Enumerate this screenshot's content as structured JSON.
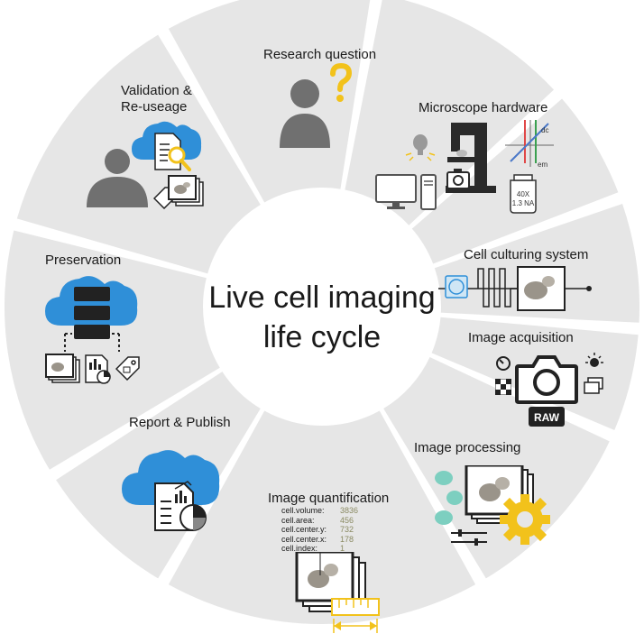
{
  "center": {
    "title_line1": "Live cell imaging",
    "title_line2": "life cycle"
  },
  "segments": {
    "research_question": "Research question",
    "microscope_hardware": "Microscope hardware",
    "cell_culturing": "Cell culturing system",
    "image_acquisition": "Image acquisition",
    "image_processing": "Image processing",
    "image_quantification": "Image quantification",
    "report_publish": "Report & Publish",
    "preservation": "Preservation",
    "validation_line1": "Validation &",
    "validation_line2": "Re-useage"
  },
  "quantification_table": [
    {
      "key": "cell.volume:",
      "value": "3836"
    },
    {
      "key": "cell.area:",
      "value": "456"
    },
    {
      "key": "cell.center.y:",
      "value": "732"
    },
    {
      "key": "cell.center.x:",
      "value": "178"
    },
    {
      "key": "cell.index:",
      "value": "1"
    }
  ],
  "hardware": {
    "objective_line1": "40X",
    "objective_line2": "1.3 NA",
    "spectrum_dc": "dc",
    "spectrum_em": "em"
  },
  "acquisition": {
    "raw_label": "RAW"
  },
  "colors": {
    "segment_fill": "#e6e6e6",
    "cloud_blue": "#2f8fd8",
    "person_gray": "#707070",
    "accent_yellow": "#f2c21b",
    "dark": "#1a1a1a",
    "teal": "#7dcfc0"
  },
  "icons": [
    "person-icon",
    "question-mark-icon",
    "microscope-icon",
    "cloud-icon",
    "database-icon",
    "camera-icon",
    "gear-icon",
    "ruler-icon",
    "document-chart-icon",
    "magnifier-icon",
    "tag-icon",
    "monitor-icon",
    "objective-icon"
  ]
}
